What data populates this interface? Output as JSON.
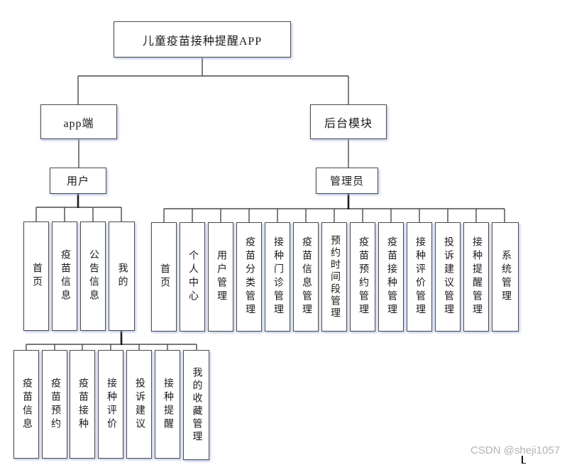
{
  "diagram": {
    "root": "儿童疫苗接种提醒APP",
    "app_branch": {
      "label": "app端",
      "role": "用户",
      "modules": [
        "首页",
        "疫苗信息",
        "公告信息",
        "我的"
      ],
      "my_submodules": [
        "疫苗信息",
        "疫苗预约",
        "疫苗接种",
        "接种评价",
        "投诉建议",
        "接种提醒",
        "我的收藏管理"
      ]
    },
    "backend_branch": {
      "label": "后台模块",
      "role": "管理员",
      "modules": [
        "首页",
        "个人中心",
        "用户管理",
        "疫苗分类管理",
        "接种门诊管理",
        "疫苗信息管理",
        "预约时间段管理",
        "疫苗预约管理",
        "疫苗接种管理",
        "接种评价管理",
        "投诉建议管理",
        "接种提醒管理",
        "系统管理"
      ]
    },
    "colors": {
      "line": "#4a4a4a",
      "box_border": "#4d4d4d",
      "shadow_tint": "#96aad7",
      "watermark": "#b4b4b4"
    }
  },
  "watermark": {
    "text": "CSDN @sheji1057"
  }
}
